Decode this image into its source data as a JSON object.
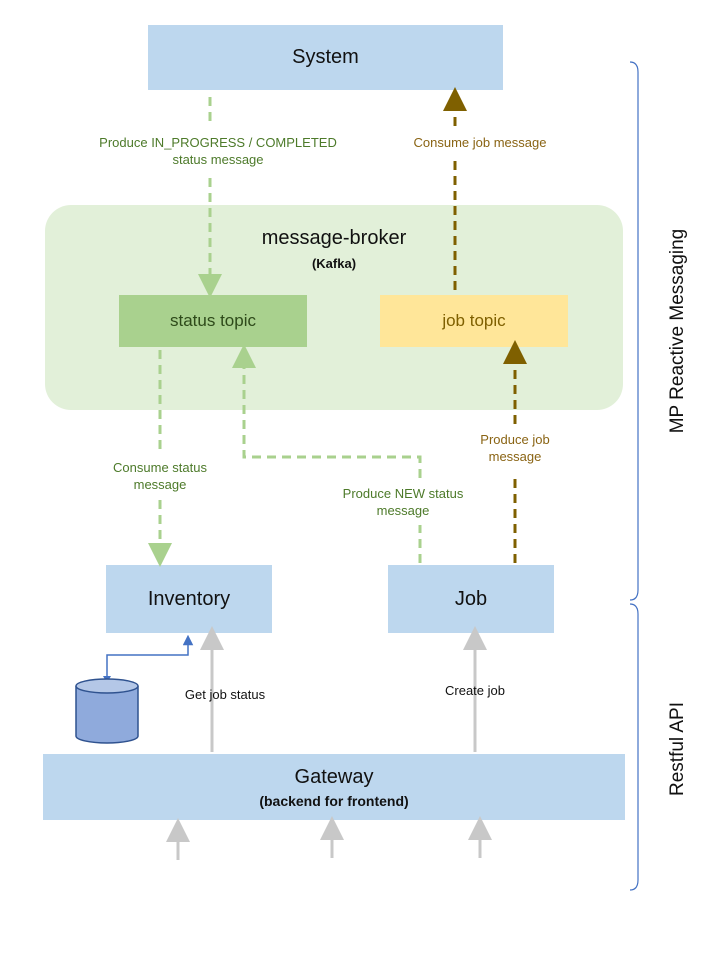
{
  "diagram": {
    "system": {
      "title": "System"
    },
    "broker": {
      "title": "message-broker",
      "subtitle": "(Kafka)"
    },
    "status_topic": {
      "title": "status topic"
    },
    "job_topic": {
      "title": "job topic"
    },
    "inventory": {
      "title": "Inventory"
    },
    "job": {
      "title": "Job"
    },
    "gateway": {
      "title": "Gateway",
      "subtitle": "(backend for frontend)"
    },
    "labels": {
      "produce_progress_line1": "Produce IN_PROGRESS / COMPLETED",
      "produce_progress_line2": "status message",
      "consume_job": "Consume job message",
      "consume_status_line1": "Consume status",
      "consume_status_line2": "message",
      "produce_new_line1": "Produce NEW status",
      "produce_new_line2": "message",
      "produce_job_line1": "Produce job",
      "produce_job_line2": "message",
      "get_job_status": "Get job status",
      "create_job": "Create job"
    },
    "brackets": {
      "mp_reactive": "MP Reactive Messaging",
      "restful_api": "Restful API"
    },
    "colors": {
      "service_box": "#bdd7ee",
      "broker_bg": "#e2f0d9",
      "status_topic": "#a9d18e",
      "job_topic": "#ffe699",
      "green_arrow": "#a9d18e",
      "brown_arrow": "#7f6000",
      "gray_arrow": "#c8c8c8",
      "db": "#8faadc",
      "db_link": "#4472c4"
    }
  }
}
